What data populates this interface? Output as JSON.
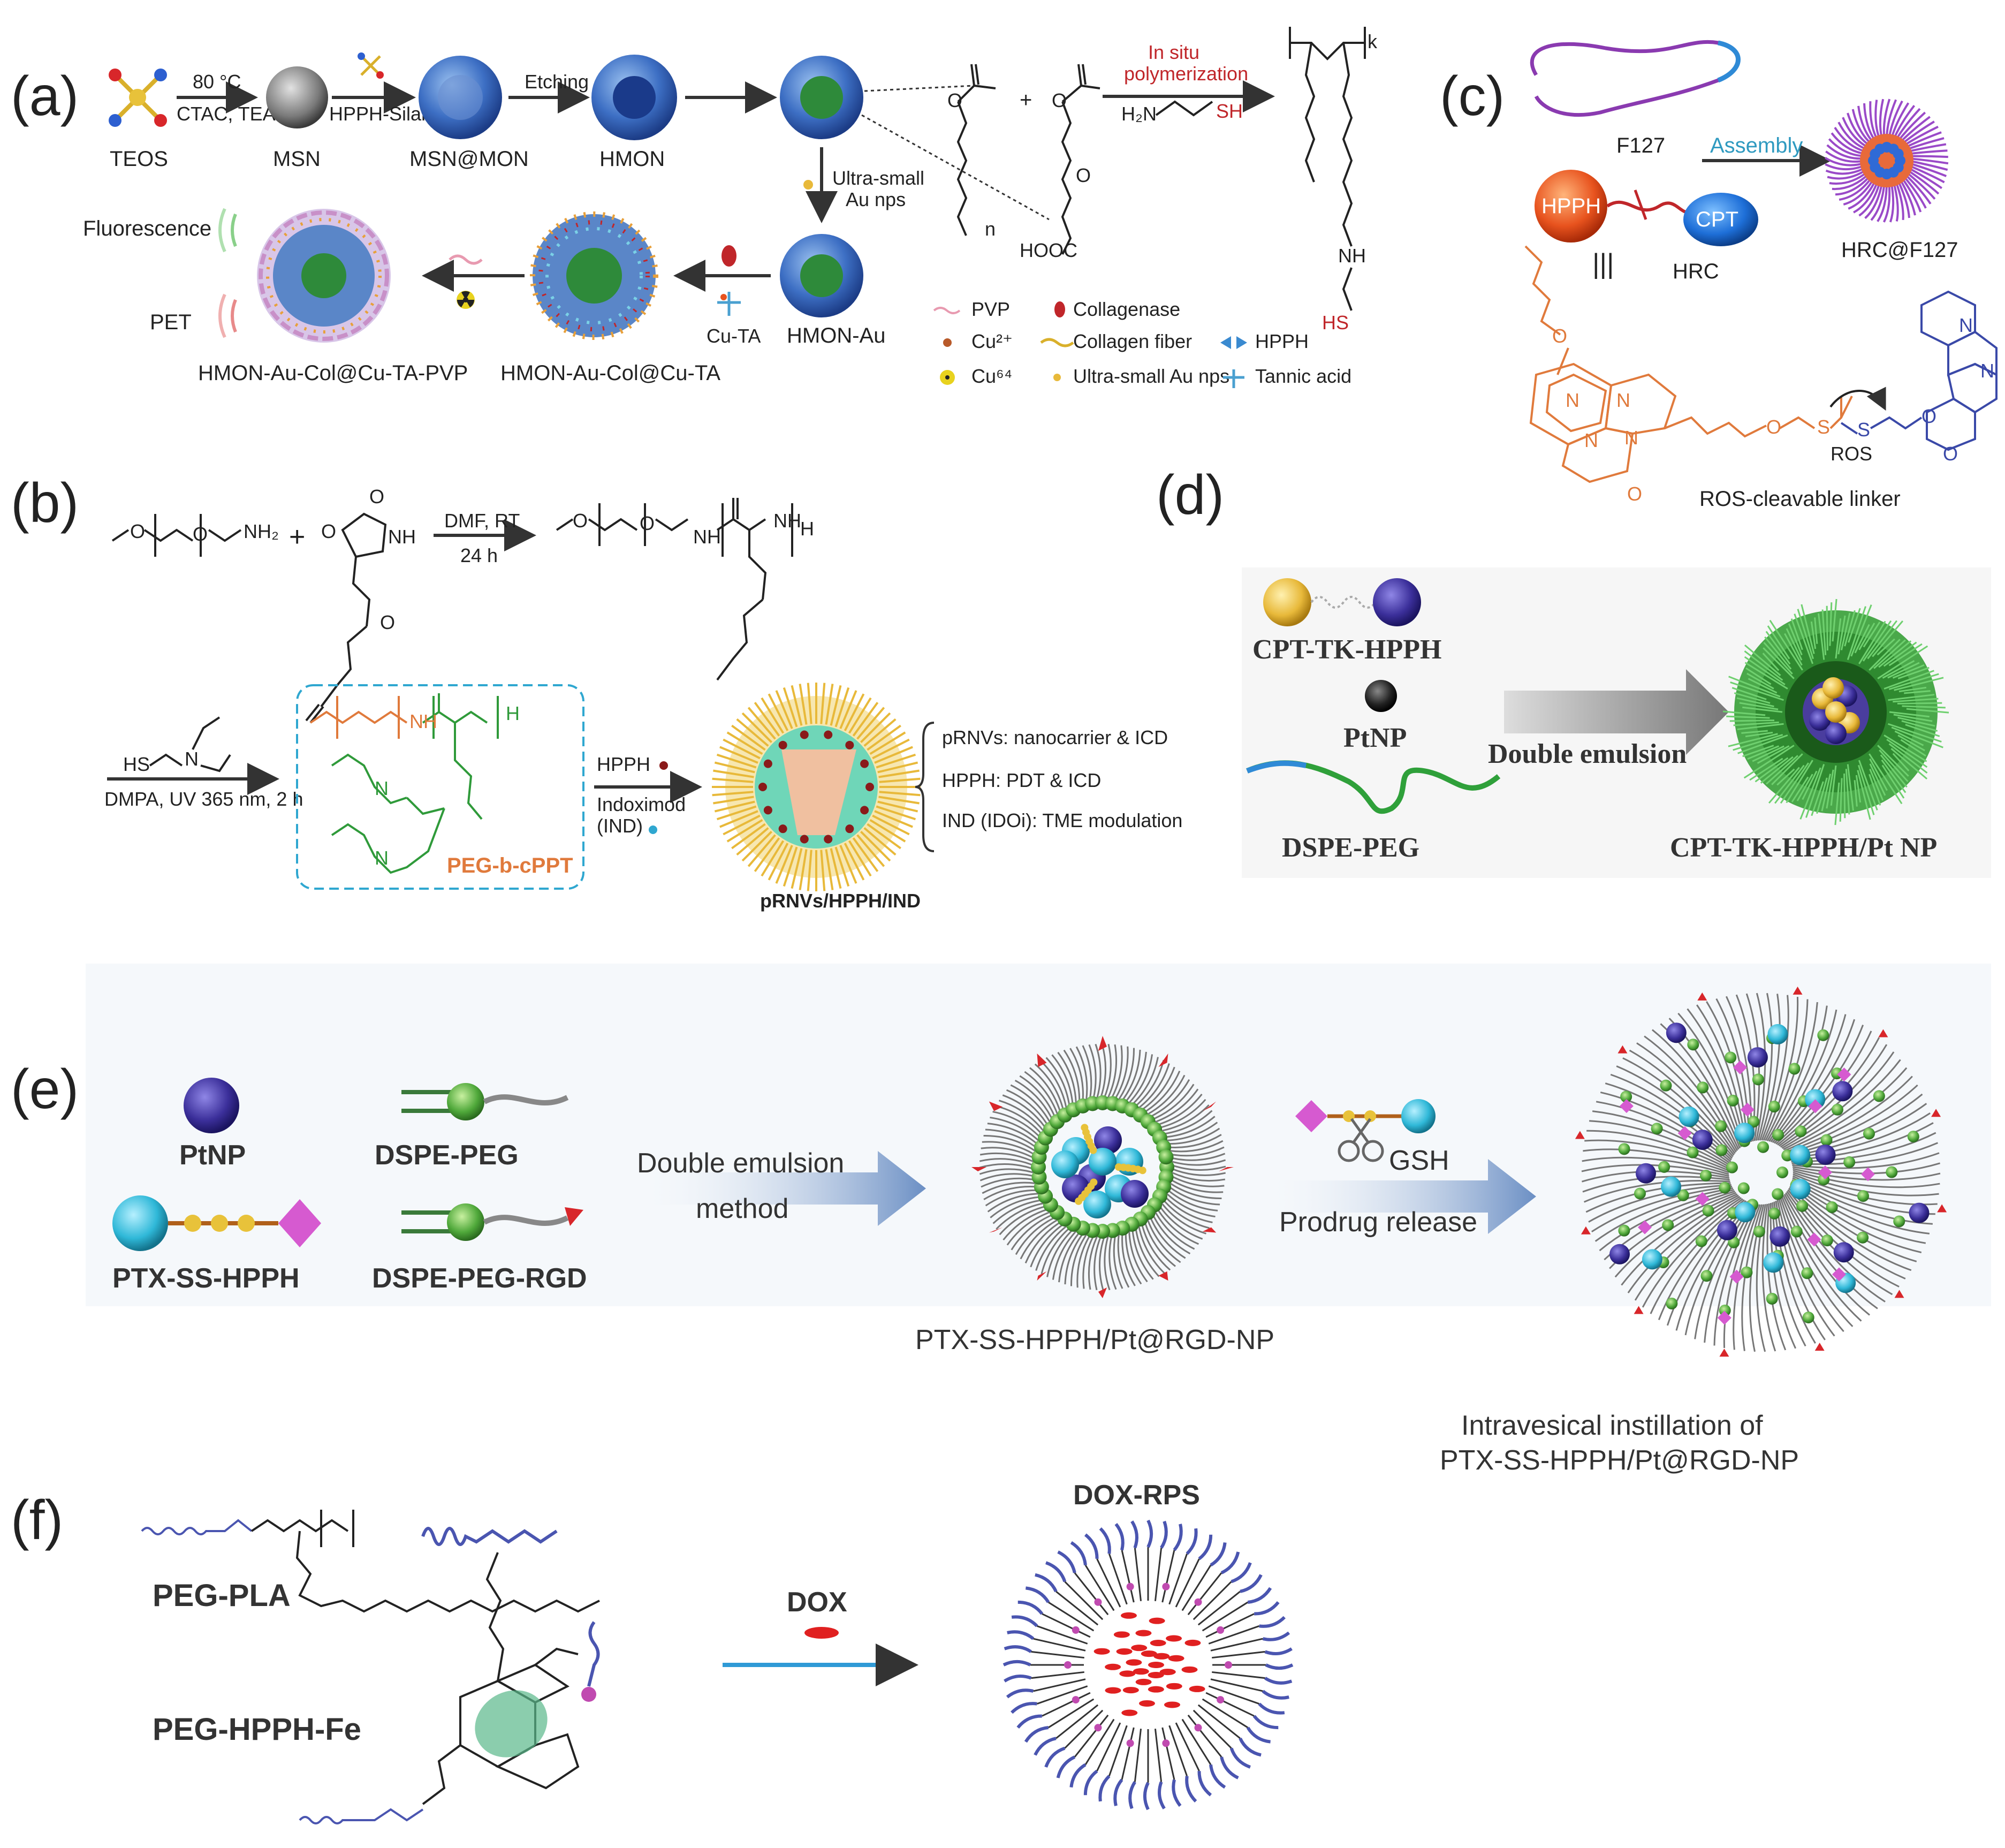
{
  "panels": {
    "a": {
      "label": "(a)",
      "nodes": [
        "TEOS",
        "MSN",
        "MSN@MON",
        "HMON",
        "HMON-Au",
        "HMON-Au-Col@Cu-TA",
        "HMON-Au-Col@Cu-TA-PVP"
      ],
      "conditions": {
        "teos_to_msn_top": "80 °C",
        "teos_to_msn_bottom": "CTAC, TEA",
        "msn_to_mon": "HPPH-Silane",
        "etching": "Etching",
        "au_line1": "Ultra-small",
        "au_line2": "Au nps",
        "cu_ta": "Cu-TA",
        "polymerization_line1": "In situ",
        "polymerization_line2": "polymerization"
      },
      "signals": [
        "Fluorescence",
        "PET"
      ],
      "chem_labels": {
        "n": "n",
        "k": "k",
        "hooc": "HOOC",
        "sh": "SH",
        "h2n": "H₂N",
        "nh": "NH",
        "hs": "HS"
      },
      "legend": [
        "PVP",
        "Collagenase",
        "Cu²⁺",
        "Collagen fiber",
        "HPPH",
        "Cu⁶⁴",
        "Ultra-small Au nps",
        "Tannic acid"
      ]
    },
    "b": {
      "label": "(b)",
      "conditions": {
        "step1_top": "DMF, RT",
        "step1_bottom": "24 h",
        "step2": "DMPA, UV 365 nm, 2 h"
      },
      "reagents": {
        "hs_amine": "HS",
        "amine_n": "N",
        "nh2": "NH₂",
        "o": "O",
        "nh": "NH",
        "h": "H"
      },
      "polymer": "PEG-b-cPPT",
      "loads": [
        "HPPH",
        "Indoximod",
        "(IND)"
      ],
      "product": "pRNVs/HPPH/IND",
      "roles": [
        "pRNVs: nanocarrier & ICD",
        "HPPH: PDT & ICD",
        "IND (IDOi): TME modulation"
      ]
    },
    "c": {
      "label": "(c)",
      "labels": {
        "f127": "F127",
        "assembly": "Assembly",
        "product": "HRC@F127",
        "hpph": "HPPH",
        "cpt": "CPT",
        "hrc": "HRC",
        "linker": "ROS-cleavable linker",
        "ros": "ROS",
        "equiv": "|||"
      }
    },
    "d": {
      "label": "(d)",
      "labels": {
        "prodrug": "CPT-TK-HPPH",
        "ptnp": "PtNP",
        "lipid": "DSPE-PEG",
        "method": "Double emulsion",
        "product": "CPT-TK-HPPH/Pt NP"
      }
    },
    "e": {
      "label": "(e)",
      "components": [
        "PtNP",
        "DSPE-PEG",
        "PTX-SS-HPPH",
        "DSPE-PEG-RGD"
      ],
      "step1_line1": "Double emulsion",
      "step1_line2": "method",
      "intermediate": "PTX-SS-HPPH/Pt@RGD-NP",
      "gsh": "GSH",
      "step2": "Prodrug release",
      "final_line1": "Intravesical instillation of",
      "final_line2": "PTX-SS-HPPH/Pt@RGD-NP"
    },
    "f": {
      "label": "(f)",
      "polymers": [
        "PEG-PLA",
        "PEG-HPPH-Fe"
      ],
      "drug": "DOX",
      "product": "DOX-RPS"
    }
  },
  "colors": {
    "nano_blue": "#3d6fc4",
    "gold": "#e8b93a",
    "purple": "#4a3d9e",
    "cyan": "#2fb8d8",
    "green": "#4fa83a",
    "pink": "#d65ad0",
    "red": "#d8262a",
    "orange": "#e8531e"
  }
}
